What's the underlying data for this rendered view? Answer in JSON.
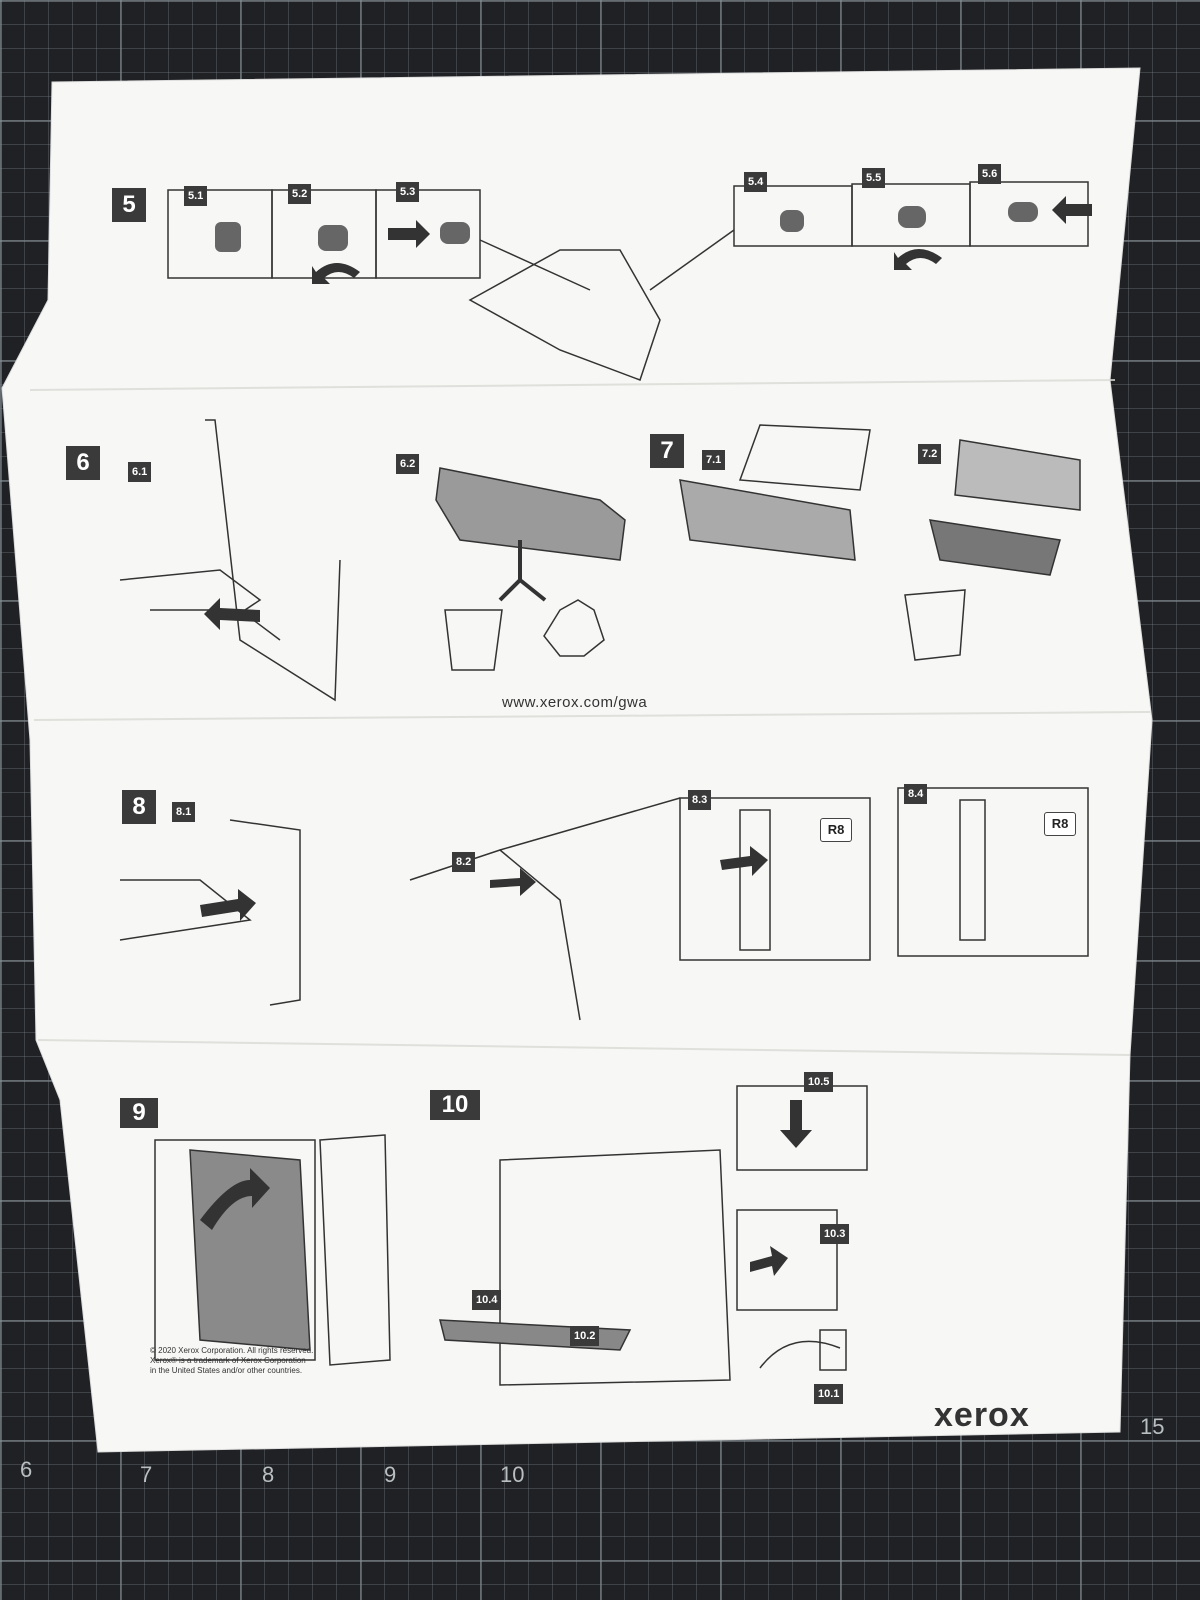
{
  "mat_ruler_numbers": [
    "6",
    "7",
    "8",
    "9",
    "10",
    "15"
  ],
  "steps": {
    "s5": {
      "label": "5",
      "subs": [
        "5.1",
        "5.2",
        "5.3",
        "5.4",
        "5.5",
        "5.6"
      ]
    },
    "s6": {
      "label": "6",
      "subs": [
        "6.1",
        "6.2"
      ]
    },
    "s7": {
      "label": "7",
      "subs": [
        "7.1",
        "7.2"
      ]
    },
    "s8": {
      "label": "8",
      "subs": [
        "8.1",
        "8.2",
        "8.3",
        "8.4"
      ]
    },
    "s9": {
      "label": "9"
    },
    "s10": {
      "label": "10",
      "subs": [
        "10.1",
        "10.2",
        "10.3",
        "10.4",
        "10.5"
      ]
    }
  },
  "recycle_url": "www.xerox.com/gwa",
  "part_label": "R8",
  "copyright": [
    "© 2020 Xerox Corporation. All rights reserved.",
    "Xerox® is a trademark of Xerox Corporation",
    "in the United States and/or other countries."
  ],
  "brand": "xerox",
  "colors": {
    "paper": "#f7f7f5",
    "label_bg": "#3a3a3a",
    "mat": "#202124"
  }
}
